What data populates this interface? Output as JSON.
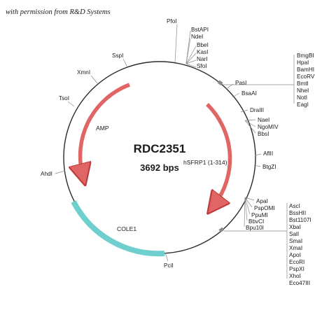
{
  "credit": "with permission from R&D Systems",
  "plasmid": {
    "name": "RDC2351",
    "size": "3692 bps"
  },
  "colors": {
    "backbone": "#2a2a2a",
    "amp": "#e06666",
    "amp_edge": "#c03c3c",
    "cole1": "#6fcfcf",
    "cole1_edge": "#4ab3b3",
    "connector": "#8a8a8a"
  },
  "features": [
    {
      "id": "amp",
      "label": "AMP",
      "kind": "arrow"
    },
    {
      "id": "hsfrp1",
      "label": "hSFRP1 (1-314)",
      "kind": "arrow"
    },
    {
      "id": "cole1",
      "label": "COLE1",
      "kind": "band"
    }
  ],
  "sites": [
    {
      "id": "pfoi",
      "label": "PfoI"
    },
    {
      "id": "cluster-top",
      "labels": [
        "BstAPI",
        "NdeI",
        "BbeI",
        "KasI",
        "NarI",
        "SfoI"
      ]
    },
    {
      "id": "sspi",
      "label": "SspI"
    },
    {
      "id": "xmni",
      "label": "XmnI"
    },
    {
      "id": "tsoi",
      "label": "TsoI"
    },
    {
      "id": "ahdi",
      "label": "AhdI"
    },
    {
      "id": "pcii",
      "label": "PciI"
    },
    {
      "id": "cluster-right-top",
      "labels": [
        "BmgBI",
        "HpaI",
        "BamHI",
        "EcoRV",
        "BmtI",
        "NheI",
        "NotI",
        "EagI"
      ]
    },
    {
      "id": "pasi",
      "label": "PasI"
    },
    {
      "id": "bsaai",
      "label": "BsaAI"
    },
    {
      "id": "draiii",
      "label": "DraIII"
    },
    {
      "id": "cluster-nae",
      "labels": [
        "NaeI",
        "NgoMIV",
        "BbsI"
      ]
    },
    {
      "id": "aflii",
      "label": "AflII"
    },
    {
      "id": "btgzi",
      "label": "BtgZI"
    },
    {
      "id": "cluster-apa",
      "labels": [
        "ApaI",
        "PspOMI",
        "PpuMI",
        "BbvCI",
        "Bpu10I"
      ]
    },
    {
      "id": "cluster-right-bottom",
      "labels": [
        "AscI",
        "BssHII",
        "Bst1107I",
        "XbaI",
        "SalI",
        "SmaI",
        "XmaI",
        "ApoI",
        "EcoRI",
        "PspXI",
        "XhoI",
        "Eco47III"
      ]
    }
  ]
}
